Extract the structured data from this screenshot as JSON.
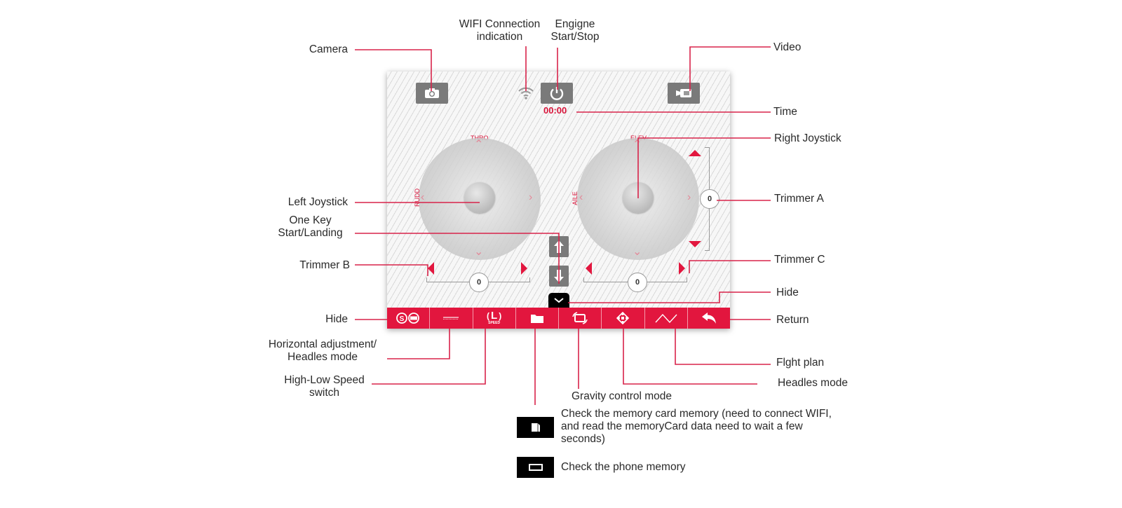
{
  "colors": {
    "accent": "#e2163e",
    "leader_line": "#d8234a",
    "button_gray": "#7a7a7a"
  },
  "screen": {
    "time": "00:00",
    "left_joystick": {
      "top_label": "THRO",
      "side_label": "RUDD"
    },
    "right_joystick": {
      "top_label": "ELEV",
      "side_label": "AILE"
    },
    "trimmer_a_value": "0",
    "trimmer_b_value": "0",
    "trimmer_c_value": "0",
    "top_icons": [
      "camera-icon",
      "wifi-icon",
      "power-icon",
      "video-icon"
    ],
    "bottom_bar": {
      "speed_letter": "L",
      "speed_caption": "SPEED",
      "icons": [
        "sd-phone-toggle-icon",
        "horizontal-adjust-icon",
        "speed-icon",
        "folder-icon",
        "gravity-icon",
        "headless-icon",
        "flight-plan-icon",
        "return-icon"
      ]
    }
  },
  "annotations": {
    "camera": "Camera",
    "wifi": [
      "WIFI Connection",
      "indication"
    ],
    "engine": [
      "Engigne",
      "Start/Stop"
    ],
    "video": "Video",
    "time": "Time",
    "right_joystick": "Right Joystick",
    "trimmer_a": "Trimmer A",
    "left_joystick": "Left Joystick",
    "one_key": [
      "One Key",
      "Start/Landing"
    ],
    "trimmer_b": "Trimmer B",
    "trimmer_c": "Trimmer C",
    "hide_right": "Hide",
    "hide_left": "Hide",
    "return": "Return",
    "horizontal": [
      "Horizontal adjustment/",
      "Headles mode"
    ],
    "speed": [
      "High-Low Speed",
      "switch"
    ],
    "flight_plan": "Flght plan",
    "headless": "Headles mode",
    "gravity": "Gravity control mode"
  },
  "legend": [
    {
      "icon": "memory-card-icon",
      "text": [
        "Check the memory card memory (need to connect WIFI,",
        "and read the memoryCard data need to wait a few",
        "seconds)"
      ]
    },
    {
      "icon": "phone-memory-icon",
      "text": [
        "Check the phone memory"
      ]
    }
  ]
}
